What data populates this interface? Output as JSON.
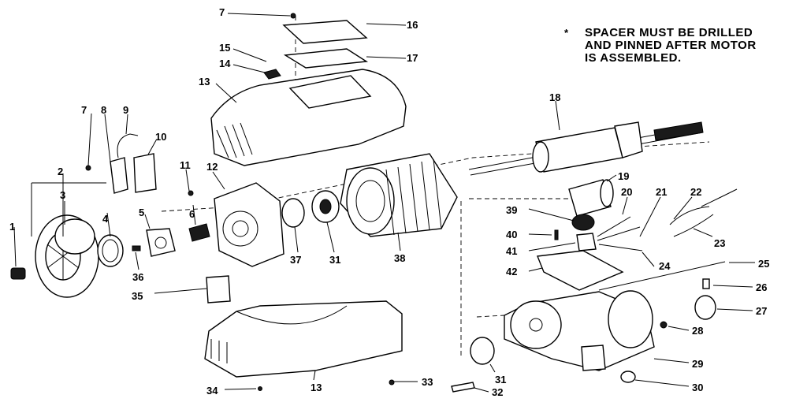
{
  "note": {
    "marker": "*",
    "lines": [
      "SPACER MUST BE DRILLED",
      "AND PINNED AFTER MOTOR",
      "IS ASSEMBLED."
    ]
  },
  "callouts": [
    "1",
    "2",
    "3",
    "4",
    "5",
    "6",
    "7",
    "8",
    "9",
    "10",
    "11",
    "12",
    "13",
    "14",
    "15",
    "16",
    "17",
    "18",
    "19",
    "20",
    "21",
    "22",
    "23",
    "24",
    "25",
    "26",
    "27",
    "28",
    "29",
    "30",
    "31",
    "32",
    "33",
    "34",
    "35",
    "36",
    "37",
    "38",
    "39",
    "40",
    "41",
    "42"
  ],
  "callouts_repeat": {
    "c7b": "7",
    "c13b": "13",
    "c31b": "31"
  }
}
